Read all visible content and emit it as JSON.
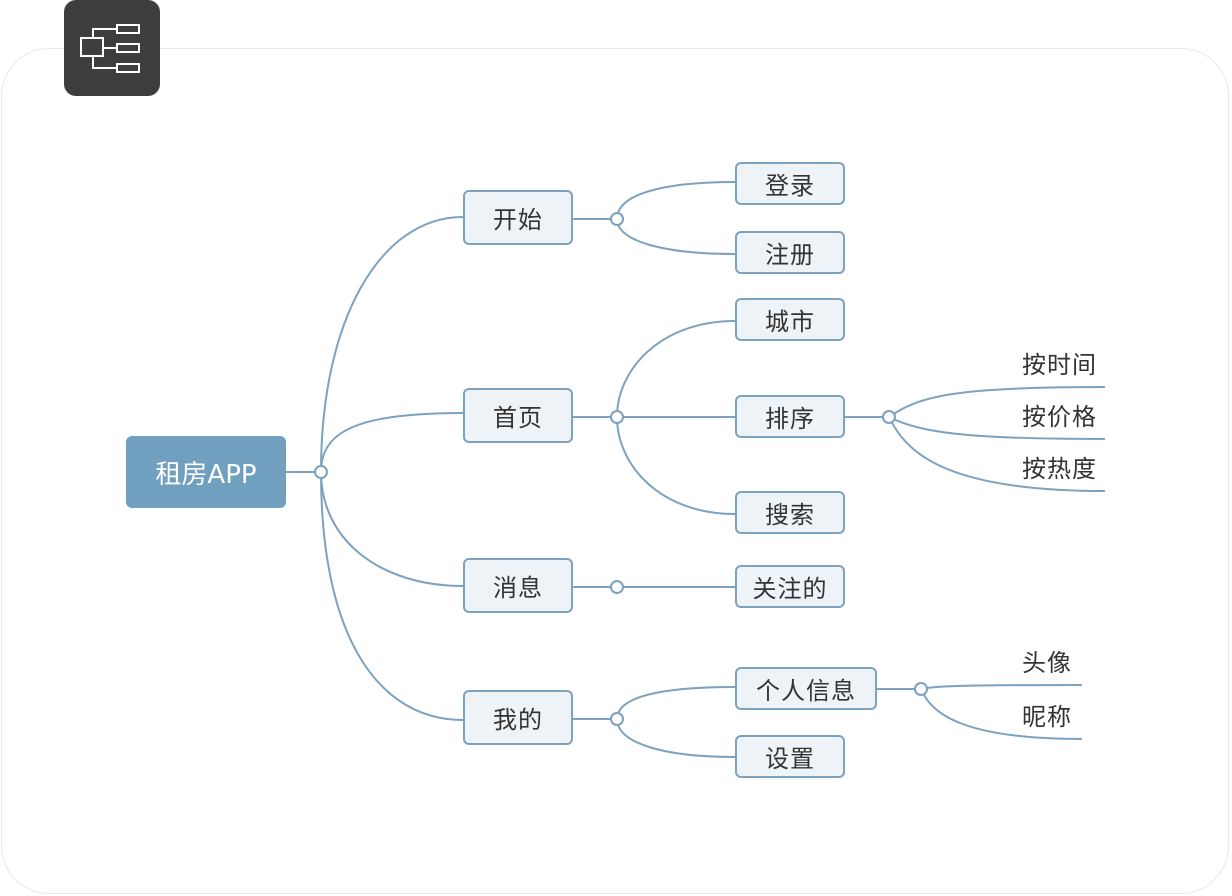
{
  "root": "租房APP",
  "branches": [
    {
      "label": "开始",
      "children": [
        "登录",
        "注册"
      ]
    },
    {
      "label": "首页",
      "children": [
        "城市",
        "排序",
        "搜索"
      ]
    },
    {
      "label": "消息",
      "children": [
        "关注的"
      ]
    },
    {
      "label": "我的",
      "children": [
        "个人信息",
        "设置"
      ]
    }
  ],
  "sort_options": [
    "按时间",
    "按价格",
    "按热度"
  ],
  "profile_fields": [
    "头像",
    "昵称"
  ],
  "colors": {
    "line": "#7da2bf",
    "root_fill": "#719fbf",
    "node_fill": "#eef3f7",
    "badge": "#3e3e3e"
  },
  "icons": {
    "badge": "mind-map-structure-icon"
  }
}
